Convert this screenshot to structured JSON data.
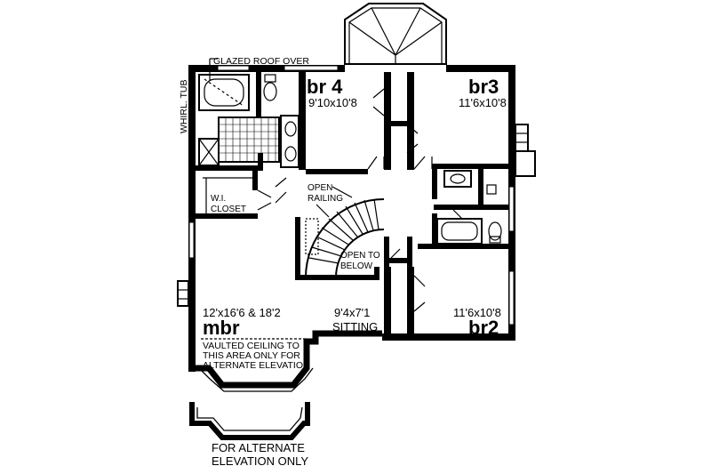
{
  "plan": {
    "glazed_roof_label": "GLAZED ROOF OVER",
    "whirl_tub_label": "WHIRL. TUB",
    "closet_label": [
      "W.I.",
      "CLOSET"
    ],
    "open_railing_label": [
      "OPEN",
      "RAILING"
    ],
    "open_below_label": [
      "OPEN TO",
      "BELOW"
    ],
    "vaulted_note": [
      "VAULTED CEILING TO",
      "THIS AREA ONLY FOR",
      "ALTERNATE ELEVATION"
    ],
    "alt_elevation_label": [
      "FOR ALTERNATE",
      "ELEVATION  ONLY"
    ],
    "rooms": {
      "br4": {
        "name": "br 4",
        "dims": "9'10x10'8"
      },
      "br3": {
        "name": "br3",
        "dims": "11'6x10'8"
      },
      "br2": {
        "name": "br2",
        "dims": "11'6x10'8"
      },
      "mbr": {
        "name": "mbr",
        "dims": "12'x16'6 & 18'2"
      },
      "sitting": {
        "name": "SITTING",
        "dims": "9'4x7'1"
      }
    }
  }
}
